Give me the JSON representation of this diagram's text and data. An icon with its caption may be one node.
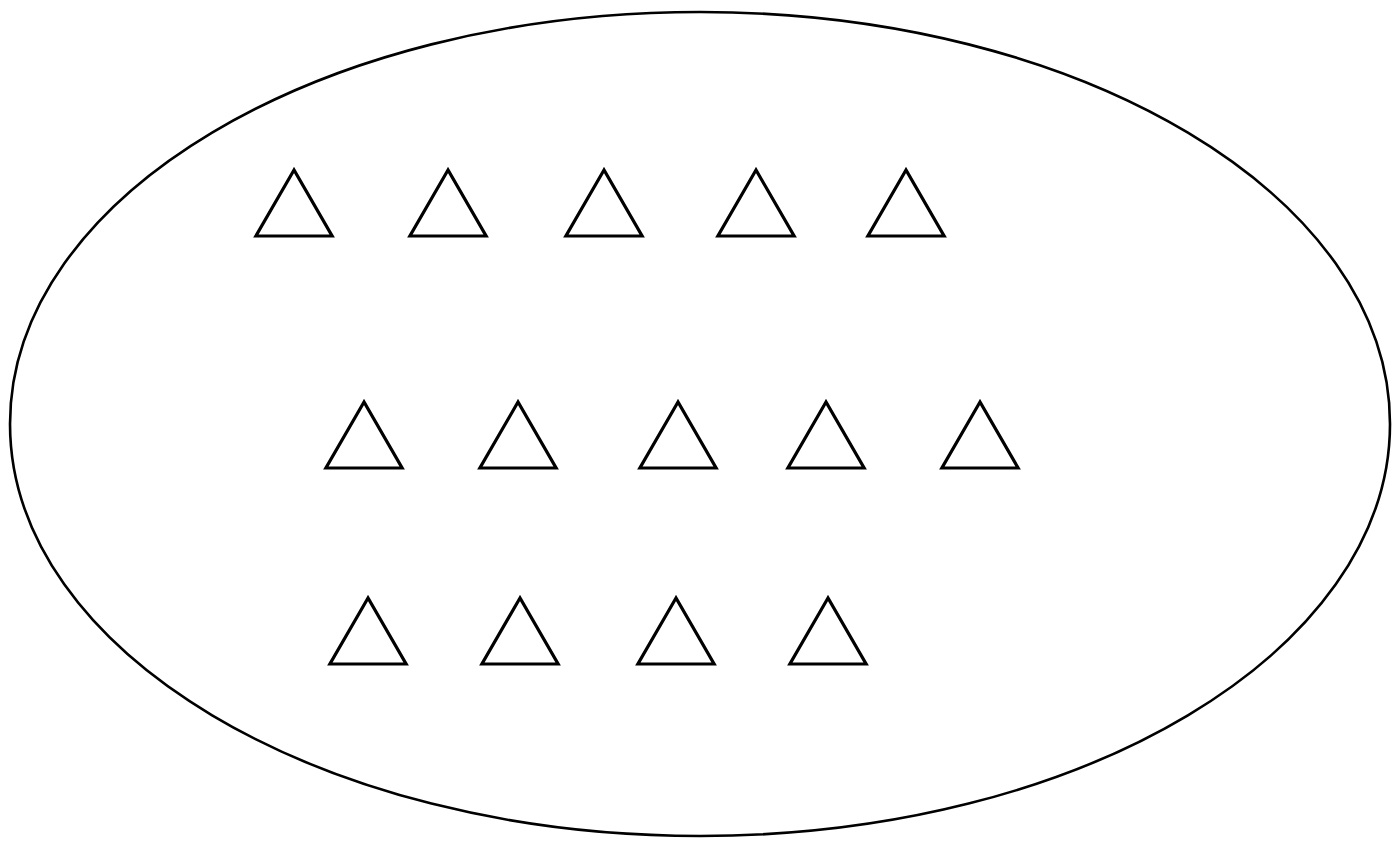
{
  "diagram": {
    "nodes": [
      {
        "text": [],
        "shape": "ellipse"
      },
      {
        "text": [],
        "shape": "triangle",
        "in": 0
      },
      {
        "text": [],
        "shape": "triangle",
        "in": 0
      },
      {
        "text": [],
        "shape": "triangle",
        "in": 0
      },
      {
        "text": [],
        "shape": "triangle",
        "in": 0
      },
      {
        "text": [],
        "shape": "triangle",
        "in": 0
      },
      {
        "text": [],
        "shape": "triangle",
        "in": 0
      },
      {
        "text": [],
        "shape": "triangle",
        "in": 0
      },
      {
        "text": [],
        "shape": "triangle",
        "in": 0
      },
      {
        "text": [],
        "shape": "triangle",
        "in": 0
      },
      {
        "text": [],
        "shape": "triangle",
        "in": 0
      },
      {
        "text": [],
        "shape": "triangle",
        "in": 0
      },
      {
        "text": [],
        "shape": "triangle",
        "in": 0
      },
      {
        "text": [],
        "shape": "triangle",
        "in": 0
      },
      {
        "text": [],
        "shape": "triangle",
        "in": 0
      }
    ]
  }
}
